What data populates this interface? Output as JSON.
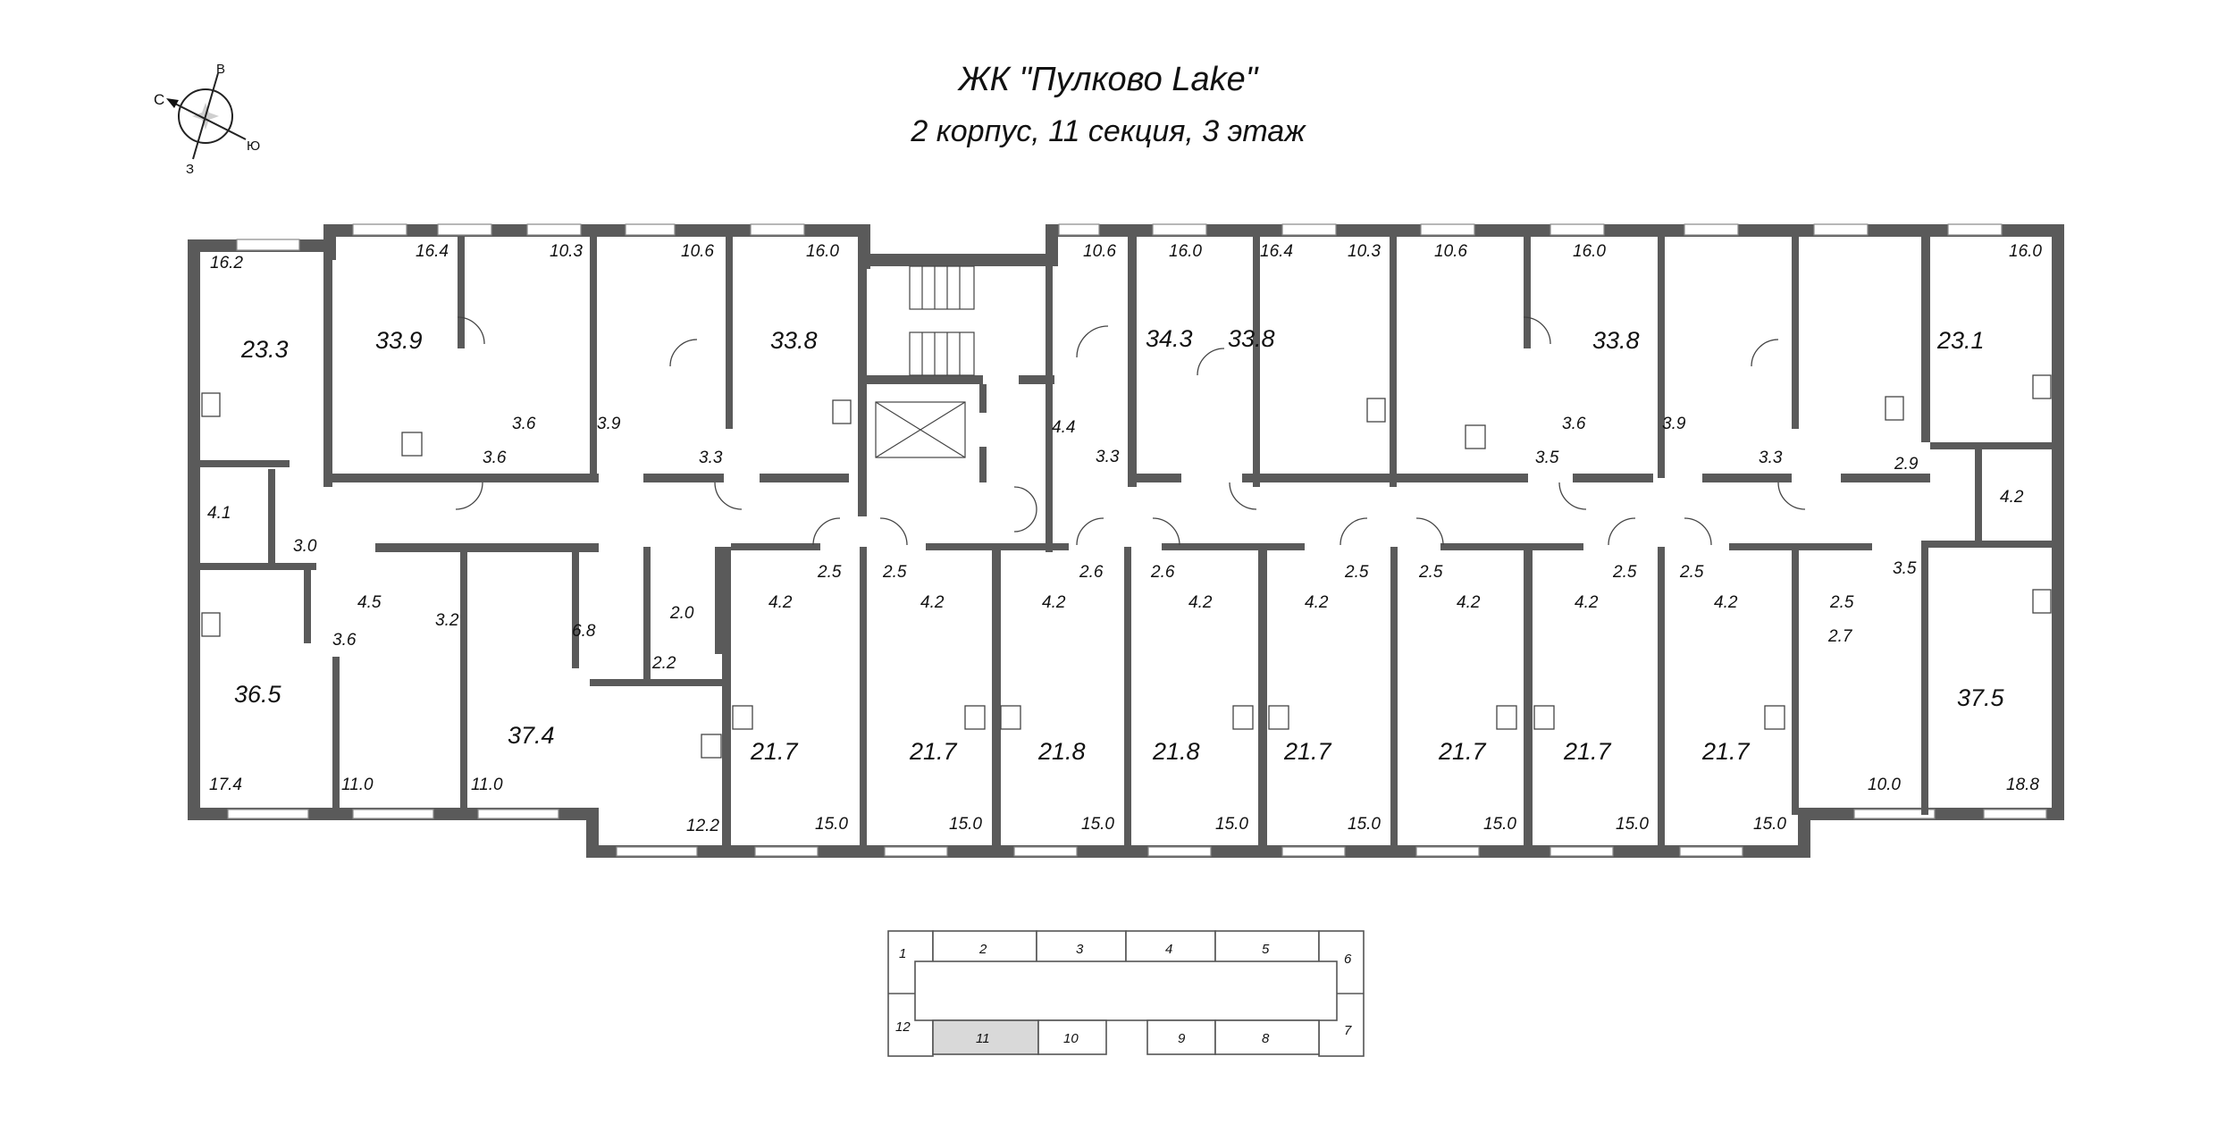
{
  "header": {
    "title": "ЖК \"Пулково Lake\"",
    "subtitle": "2 корпус, 11 секция, 3 этаж"
  },
  "compass": {
    "icon": "compass-rose-icon",
    "north": "С",
    "east": "В",
    "south": "Ю",
    "west": "З"
  },
  "plan": {
    "wall_color": "#5a5a5a",
    "top_row": {
      "apt_23_3": {
        "total": "23.3",
        "living": "16.2"
      },
      "apt_33_9": {
        "total": "33.9",
        "room1": "16.4",
        "room2": "10.3",
        "bath": "3.6",
        "hall": "3.6"
      },
      "apt_33_8a": {
        "total": "33.8",
        "room1": "10.6",
        "room2": "16.0",
        "bath": "3.9",
        "hall": "3.3"
      },
      "apt_34_3": {
        "total": "34.3",
        "room1": "10.6",
        "room2": "16.0",
        "bath": "4.4",
        "hall": "3.3"
      },
      "apt_33_8b": {
        "total": "33.8",
        "room1": "16.4",
        "room2": "10.3",
        "bath": "3.6",
        "hall": "3.5"
      },
      "apt_33_8c": {
        "total": "33.8",
        "room1": "10.6",
        "room2": "16.0",
        "bath": "3.9",
        "hall": "3.3"
      },
      "apt_23_1": {
        "total": "23.1",
        "living": "16.0",
        "hall": "2.9",
        "bath": "4.2"
      }
    },
    "left_wing": {
      "apt_36_5": {
        "total": "36.5",
        "living": "17.4",
        "bath": "4.1",
        "hall_small": "3.0",
        "hall": "3.6"
      },
      "apt_37_4": {
        "total": "37.4",
        "room1": "11.0",
        "room2": "11.0",
        "bath1": "4.5",
        "bath2": "3.2",
        "hall": "6.8"
      },
      "apt_12_2": {
        "room": "12.2",
        "wc": "2.0",
        "bath": "2.2"
      }
    },
    "bottom_row": [
      {
        "total": "21.7",
        "living": "15.0",
        "hall": "2.5",
        "bath": "4.2"
      },
      {
        "total": "21.7",
        "living": "15.0",
        "hall": "2.5",
        "bath": "4.2"
      },
      {
        "total": "21.8",
        "living": "15.0",
        "hall": "2.6",
        "bath": "4.2"
      },
      {
        "total": "21.8",
        "living": "15.0",
        "hall": "2.6",
        "bath": "4.2"
      },
      {
        "total": "21.7",
        "living": "15.0",
        "hall": "2.5",
        "bath": "4.2"
      },
      {
        "total": "21.7",
        "living": "15.0",
        "hall": "2.5",
        "bath": "4.2"
      },
      {
        "total": "21.7",
        "living": "15.0",
        "hall": "2.5",
        "bath": "4.2"
      },
      {
        "total": "21.7",
        "living": "15.0",
        "hall": "2.5",
        "bath": "4.2"
      }
    ],
    "right_wing": {
      "apt_37_5": {
        "total": "37.5",
        "room1": "10.0",
        "room2": "18.8",
        "hall": "3.5",
        "wc": "2.5",
        "bath": "2.7"
      }
    },
    "core": {
      "stairs_icon": "staircase-icon",
      "elevator_icon": "elevator-shaft-icon"
    }
  },
  "key_plan": {
    "highlighted": "11",
    "sections": [
      "1",
      "2",
      "3",
      "4",
      "5",
      "6",
      "7",
      "8",
      "9",
      "10",
      "11",
      "12"
    ],
    "highlight_color": "#d9d9d9"
  }
}
